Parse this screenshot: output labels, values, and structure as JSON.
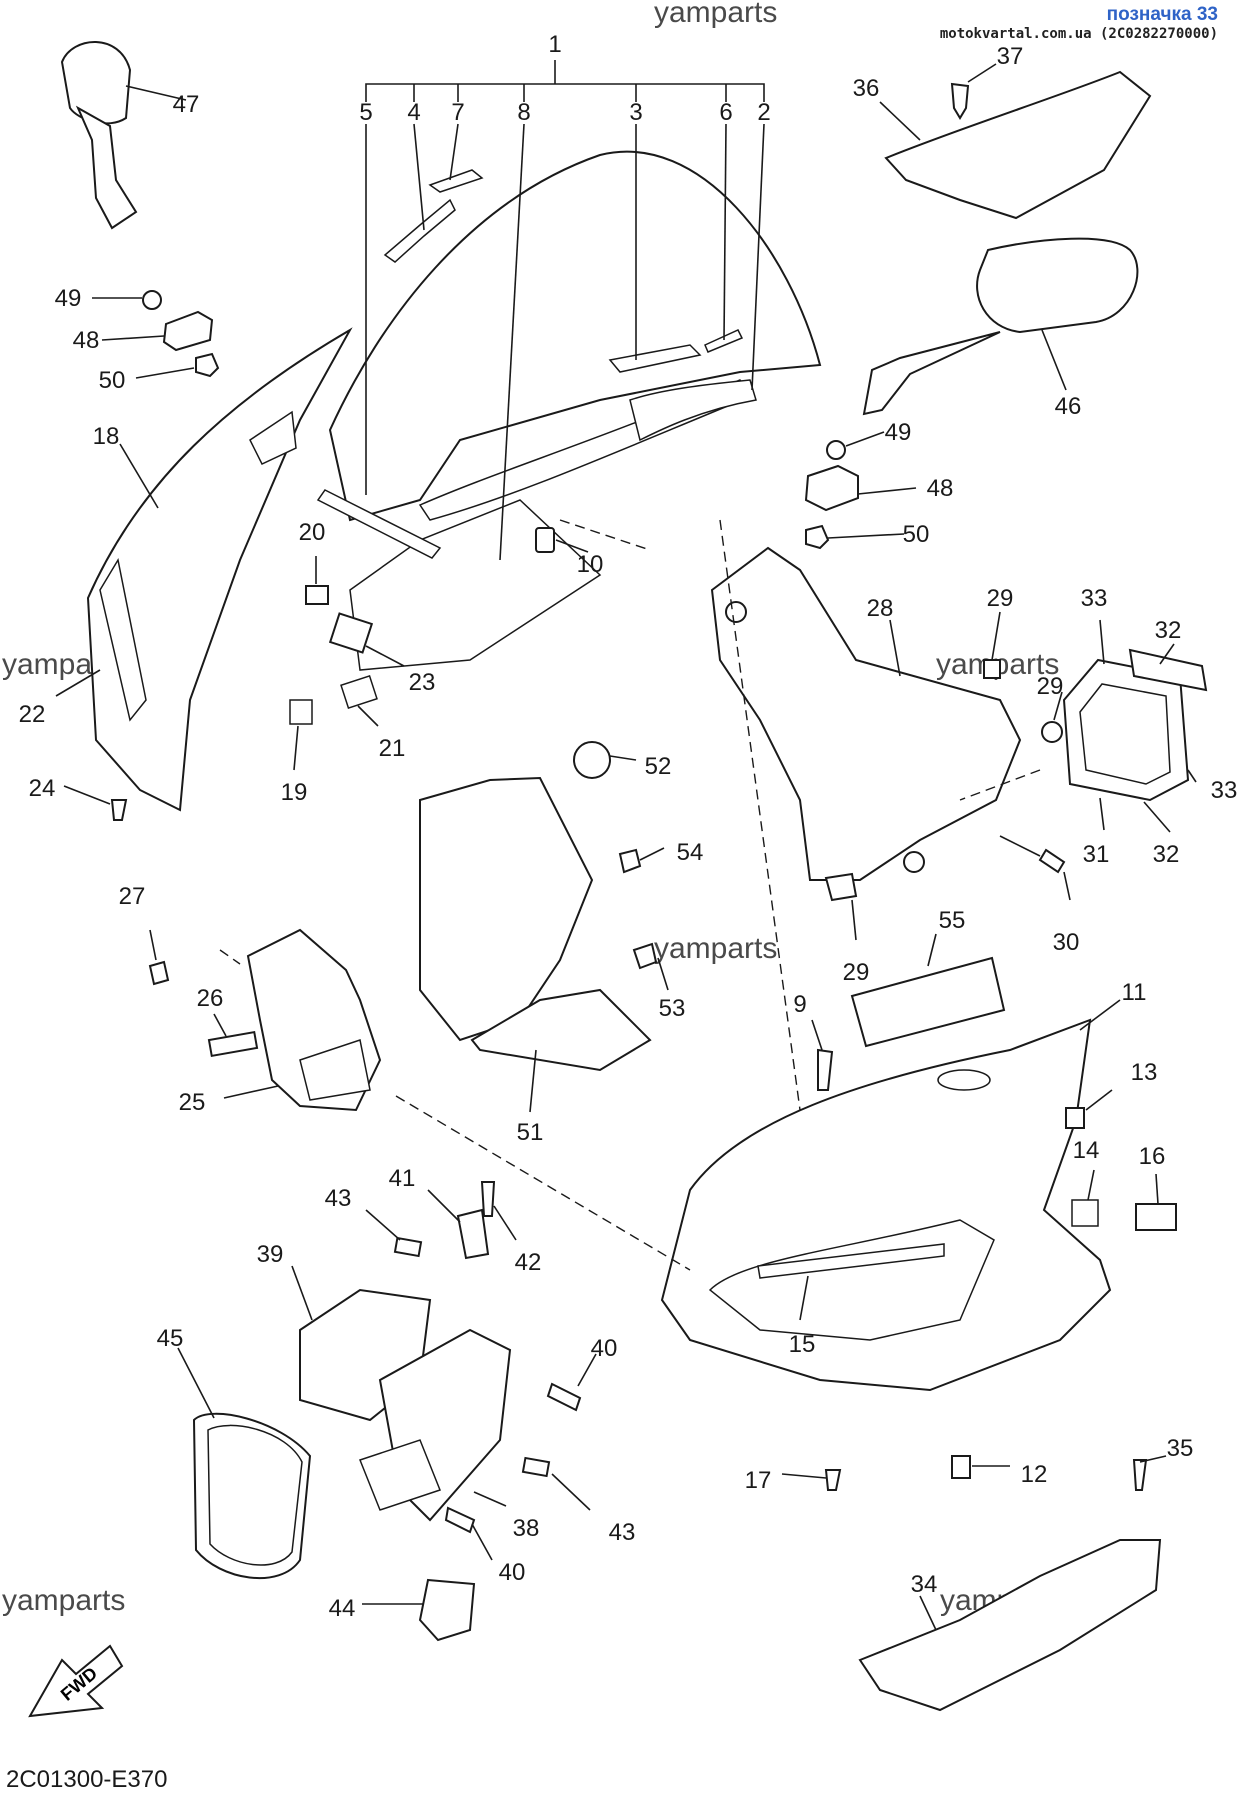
{
  "header": {
    "ref_label": "позначка 33",
    "site": "motokvartal.com.ua (2C0282270000)"
  },
  "watermarks": [
    "yamparts",
    "yamparts",
    "yamparts",
    "yamparts",
    "yamparts",
    "yamparts"
  ],
  "catalog_code": "2C01300-E370",
  "fwd_label": "FWD",
  "labels": [
    "1",
    "5",
    "4",
    "7",
    "8",
    "3",
    "6",
    "2",
    "37",
    "36",
    "47",
    "49",
    "48",
    "50",
    "18",
    "20",
    "23",
    "22",
    "21",
    "24",
    "19",
    "10",
    "46",
    "49",
    "48",
    "50",
    "28",
    "29",
    "29",
    "33",
    "32",
    "33",
    "32",
    "31",
    "30",
    "29",
    "52",
    "54",
    "27",
    "26",
    "25",
    "53",
    "51",
    "55",
    "9",
    "11",
    "13",
    "14",
    "16",
    "15",
    "17",
    "12",
    "41",
    "43",
    "42",
    "39",
    "45",
    "40",
    "38",
    "43",
    "40",
    "44",
    "35",
    "34"
  ]
}
